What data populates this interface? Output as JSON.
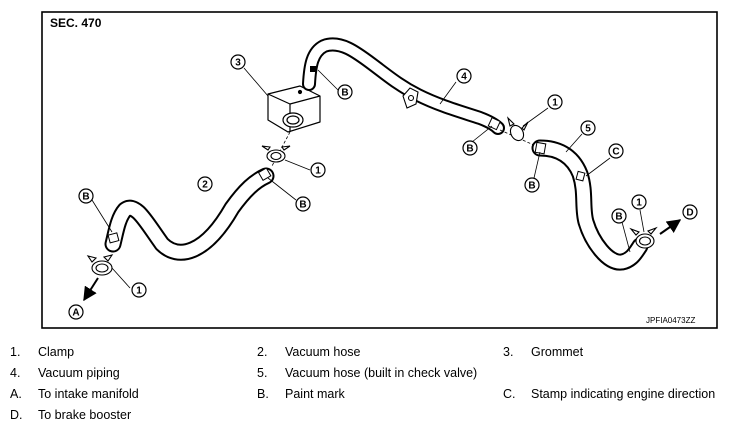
{
  "figure": {
    "section_label": "SEC. 470",
    "figure_code": "JPFIA0473ZZ",
    "callouts": {
      "one": "1",
      "two": "2",
      "three": "3",
      "four": "4",
      "five": "5",
      "a": "A",
      "b": "B",
      "c": "C",
      "d": "D"
    }
  },
  "legend": [
    {
      "key": "1.",
      "text": "Clamp"
    },
    {
      "key": "2.",
      "text": "Vacuum hose"
    },
    {
      "key": "3.",
      "text": "Grommet"
    },
    {
      "key": "4.",
      "text": "Vacuum piping"
    },
    {
      "key": "5.",
      "text": "Vacuum hose (built in check valve)"
    },
    {
      "key": "A.",
      "text": "To intake manifold"
    },
    {
      "key": "B.",
      "text": "Paint mark"
    },
    {
      "key": "C.",
      "text": "Stamp indicating engine direction"
    },
    {
      "key": "D.",
      "text": "To brake booster"
    }
  ],
  "colors": {
    "line": "#000000",
    "background": "#ffffff"
  }
}
